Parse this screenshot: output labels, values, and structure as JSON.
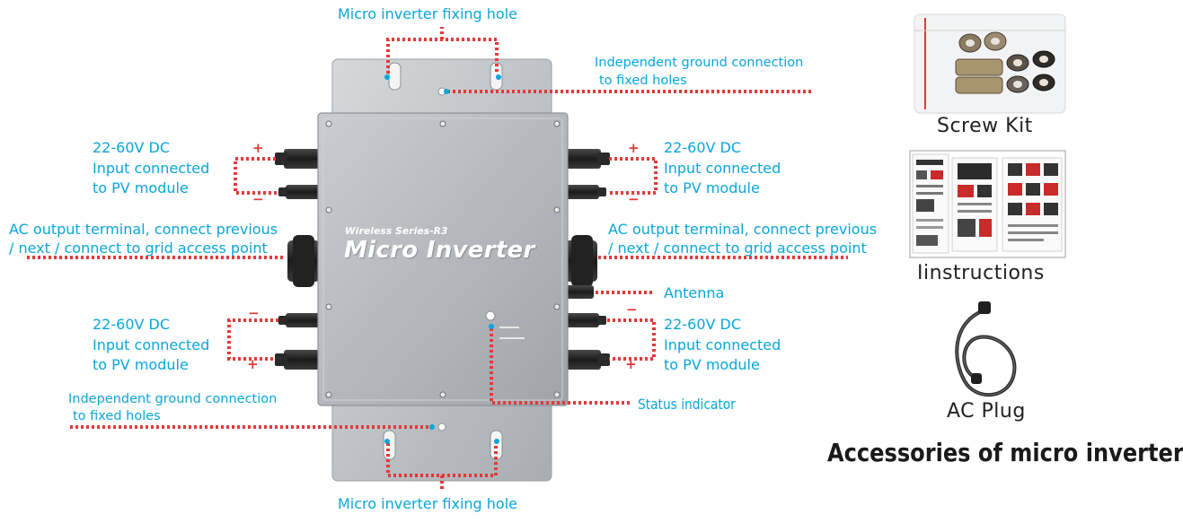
{
  "labels": {
    "fixing_hole_top": "Micro inverter fixing hole",
    "fixing_hole_bottom": "Micro inverter fixing hole",
    "ground_top_line1": "Independent ground connection",
    "ground_top_line2": "to fixed holes",
    "ground_bottom_line1": "Independent ground connection",
    "ground_bottom_line2": "to fixed holes",
    "dc_top_left": [
      "22-60V DC",
      "Input connected",
      "to PV module"
    ],
    "dc_top_right": [
      "22-60V DC",
      "Input connected",
      "to PV module"
    ],
    "dc_bottom_left": [
      "22-60V DC",
      "Input connected",
      "to PV module"
    ],
    "dc_bottom_right": [
      "22-60V DC",
      "Input connected",
      "to PV module"
    ],
    "ac_left_line1": "AC output terminal, connect previous",
    "ac_left_line2": "/ next / connect to grid access point",
    "ac_right_line1": "AC output terminal, connect previous",
    "ac_right_line2": "/ next / connect to grid access point",
    "antenna": "Antenna",
    "status_indicator": "Status indicator",
    "plus": "+",
    "minus": "−"
  },
  "device": {
    "series": "Wireless Series-R3",
    "name": "Micro Inverter"
  },
  "accessories": {
    "screw_kit": "Screw Kit",
    "instructions": "Iinstructions",
    "ac_plug": "AC Plug",
    "title": "Accessories of micro inverter"
  },
  "colors": {
    "label_blue": "#0aa6d9",
    "dotted_red": "#e23a3a",
    "device_silver": "#b9bcc0",
    "text_dark": "#222222"
  }
}
